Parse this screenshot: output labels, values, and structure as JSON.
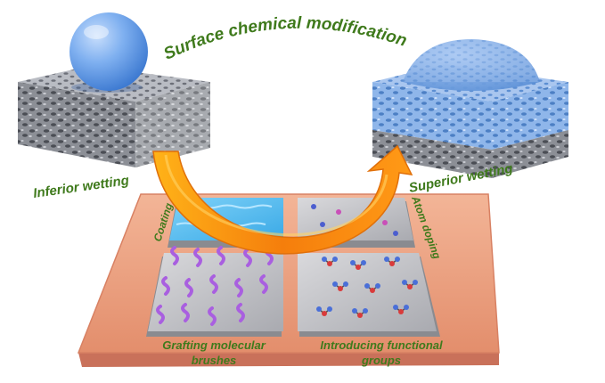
{
  "title": "Surface chemical modification",
  "left_state": "Inferior wetting",
  "right_state": "Superior wetting",
  "methods": {
    "coating": "Coating",
    "atom_doping": "Atom doping",
    "grafting_line1": "Grafting molecular",
    "grafting_line2": "brushes",
    "functional_line1": "Introducing functional",
    "functional_line2": "groups"
  },
  "colors": {
    "label_green": "#3f7a1c",
    "arrow_orange": "#f08a12",
    "platform": "#e9a07f",
    "droplet_blue": "#6ea5ee",
    "coating_blue": "#4db8ee",
    "brush_purple": "#a95fe0"
  }
}
